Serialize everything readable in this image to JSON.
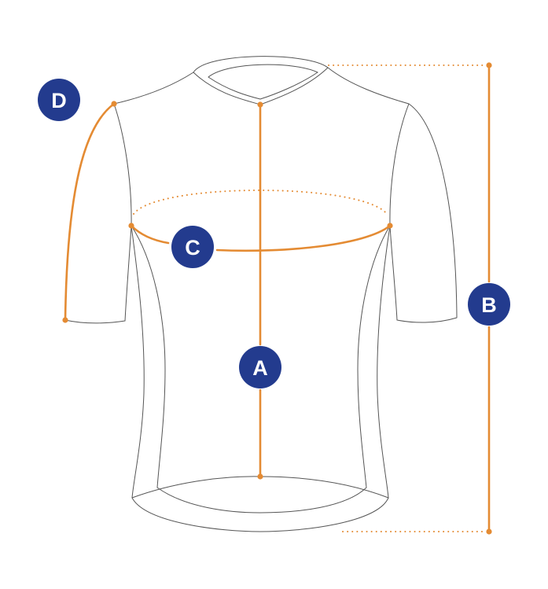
{
  "colors": {
    "measure_line": "#e48b33",
    "badge_fill": "#233b8e",
    "badge_text": "#ffffff",
    "outline": "#555555"
  },
  "labels": {
    "a": "A",
    "b": "B",
    "c": "C",
    "d": "D"
  }
}
